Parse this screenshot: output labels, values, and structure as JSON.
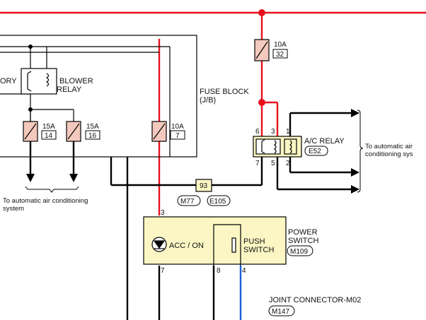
{
  "colors": {
    "red": "#e8101c",
    "blue": "#1a5fd6",
    "black": "#000000",
    "fuse_fill": "#f4c9bd",
    "switch_fill": "#fbf6c3"
  },
  "labels": {
    "relay_left_partial": "ORY",
    "blower_relay_line1": "BLOWER",
    "blower_relay_line2": "RELAY",
    "fuse_block_line1": "FUSE BLOCK",
    "fuse_block_line2": "(J/B)",
    "ac_relay": "A/C RELAY",
    "ac_relay_connector": "E52",
    "to_auto_left_line1": "To automatic air conditioning",
    "to_auto_left_line2": "system",
    "to_auto_right_line1": "To automatic air",
    "to_auto_right_line2": "conditioning sys",
    "power_switch_line1": "POWER",
    "power_switch_line2": "SWITCH",
    "power_switch_connector": "M109",
    "acc_on": "ACC / ON",
    "push_switch_line1": "PUSH",
    "push_switch_line2": "SWITCH",
    "joint_connector": "JOINT CONNECTOR-M02",
    "joint_connector_id": "M147",
    "wire_connector_left": "M77",
    "wire_connector_right": "E105",
    "connector_93": "93"
  },
  "fuses": [
    {
      "amp": "15A",
      "num": "14"
    },
    {
      "amp": "15A",
      "num": "16"
    },
    {
      "amp": "10A",
      "num": "7"
    },
    {
      "amp": "10A",
      "num": "32"
    }
  ],
  "pins": {
    "ac_relay": [
      "6",
      "3",
      "1",
      "7",
      "5",
      "2"
    ],
    "switch": [
      "3",
      "7",
      "8",
      "4"
    ]
  }
}
